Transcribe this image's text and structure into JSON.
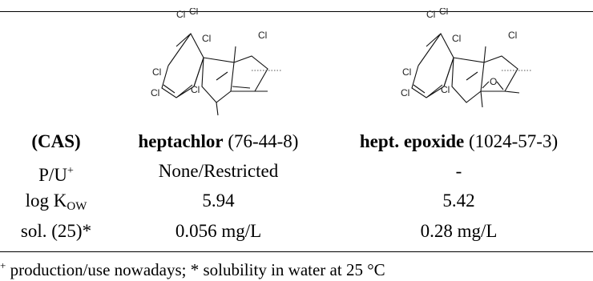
{
  "header": {
    "label_col": "(CAS)",
    "compounds": [
      {
        "name": "heptachlor",
        "cas": "(76-44-8)"
      },
      {
        "name": "hept. epoxide",
        "cas": "(1024-57-3)"
      }
    ]
  },
  "structures": {
    "heptachlor": {
      "cl_labels": [
        "Cl",
        "Cl",
        "Cl",
        "Cl",
        "Cl",
        "Cl",
        "Cl"
      ]
    },
    "epoxide": {
      "cl_labels": [
        "Cl",
        "Cl",
        "Cl",
        "Cl",
        "Cl",
        "Cl",
        "Cl"
      ],
      "o_label": "O"
    }
  },
  "rows": [
    {
      "label_main": "P/U",
      "label_sup": "+",
      "values": [
        "None/Restricted",
        "-"
      ]
    },
    {
      "label_main": "log K",
      "label_sub": "OW",
      "values": [
        "5.94",
        "5.42"
      ]
    },
    {
      "label_main": "sol. (25)*",
      "values": [
        "0.056 mg/L",
        "0.28 mg/L"
      ]
    }
  ],
  "footnote": {
    "sup": "+",
    "text": " production/use nowadays; * solubility in water at 25 °C"
  }
}
